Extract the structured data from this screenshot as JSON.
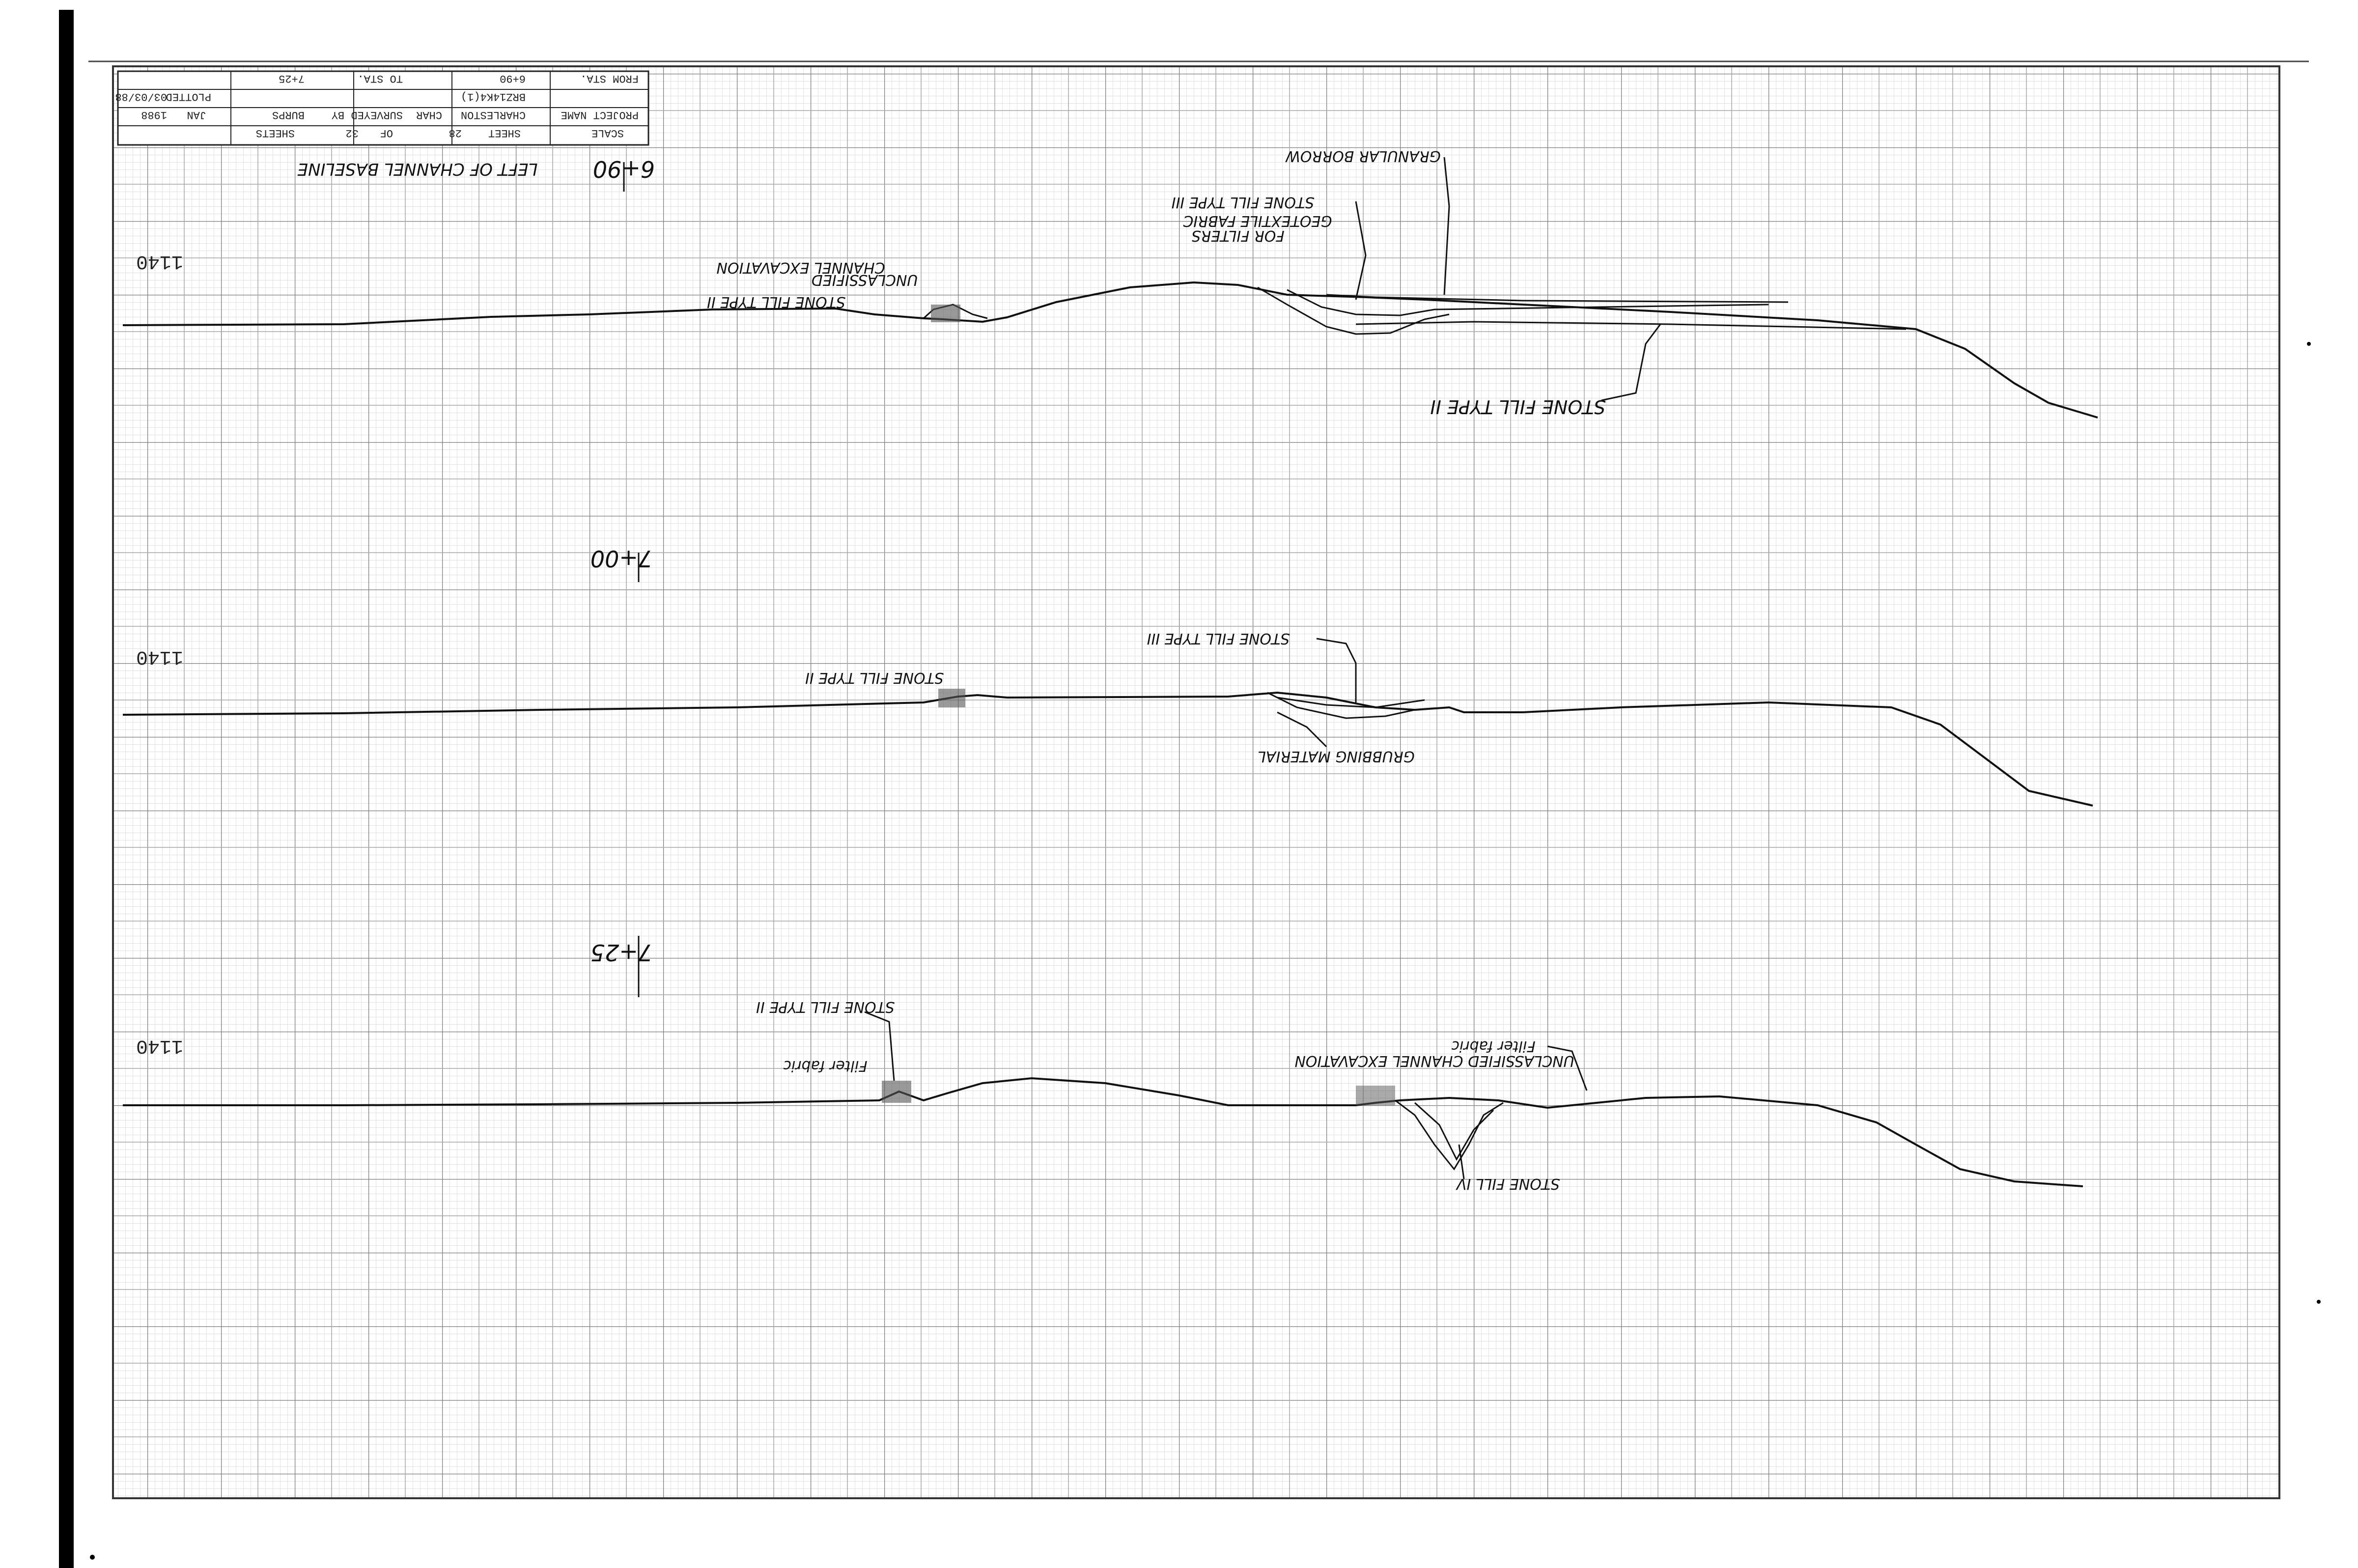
{
  "title_block": {
    "rows": [
      [
        "SCALE",
        "",
        "SHEET",
        "28",
        "OF",
        "32",
        "SHEETS"
      ],
      [
        "PROJECT NAME",
        "CHARLESTON",
        "CHAR",
        "SURVEYED BY",
        "BURPS",
        "JAN",
        "1988"
      ],
      [
        "",
        "BRZ14K4(1)",
        "",
        "",
        "",
        "PLOTTED",
        "03/03/88"
      ],
      [
        "FROM STA.",
        "6+90",
        "TO STA.",
        "7+25",
        "",
        "",
        ""
      ]
    ],
    "subtitle": "LEFT OF CHANNEL BASELINE"
  },
  "sections": [
    {
      "station": "6+90",
      "elevation": "1140",
      "notes": {
        "granular_borrow": "GRANULAR BORROW",
        "stone_fill_type_iii": "STONE FILL TYPE III",
        "geotextile": "GEOTEXTILE FABRIC",
        "for_filters": "FOR FILTERS",
        "unclassified": "UNCLASSIFIED",
        "channel_excavation": "CHANNEL EXCAVATION",
        "stone_fill_type_ii_left": "STONE FILL TYPE II",
        "stone_fill_type_ii_right": "STONE FILL TYPE II"
      }
    },
    {
      "station": "7+00",
      "elevation": "1140",
      "notes": {
        "stone_fill_type_iii": "STONE FILL TYPE III",
        "stone_fill_type_ii": "STONE FILL TYPE II",
        "grubbing_material": "GRUBBING MATERIAL"
      }
    },
    {
      "station": "7+25",
      "elevation": "1140",
      "notes": {
        "stone_fill_type_ii": "STONE FILL TYPE II",
        "filter_fabric_left": "Filter fabric",
        "unclassified_channel_excavation": "UNCLASSIFIED CHANNEL EXCAVATION",
        "filter_fabric_right": "Filter fabric",
        "stone_fill_type_iv": "STONE FILL IV"
      }
    }
  ],
  "colors": {
    "paper": "#ffffff",
    "grid_minor": "#c8c8c8",
    "grid_major": "#7a7a7a",
    "ink": "#111111",
    "border": "#000000"
  }
}
